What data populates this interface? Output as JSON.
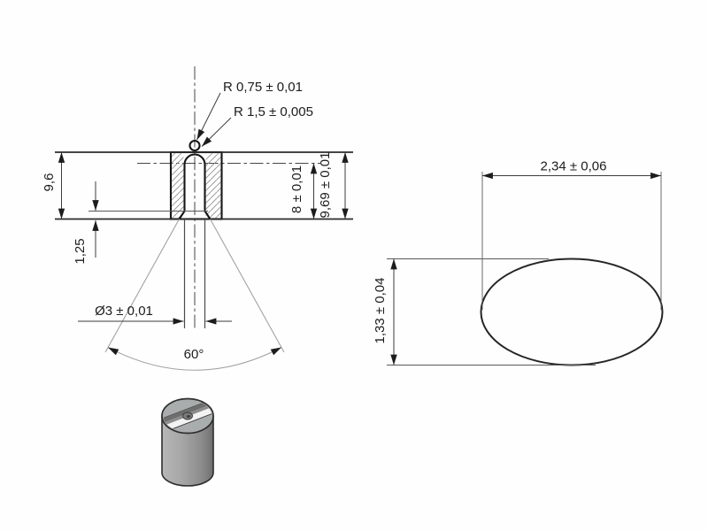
{
  "drawing": {
    "section_view": {
      "radius_tip_label": "R 0,75 ± 0,01",
      "radius_dome_label": "R 1,5 ± 0,005",
      "outer_height_label": "9,6",
      "bore_depth_label": "8 ± 0,01",
      "overall_height_label": "9,69 ± 0,01",
      "countersink_depth_label": "1,25",
      "bore_diameter_label": "Ø3 ± 0,01",
      "cone_angle_label": "60°"
    },
    "top_view": {
      "slot_length_label": "2,34 ± 0,06",
      "slot_width_label": "1,33 ± 0,04"
    },
    "colors": {
      "outline": "#1f1f1f",
      "dimension": "#3c3c3c",
      "construction": "#a2a2a2",
      "hatch": "#8f8f8f",
      "metal_light": "#bcbcbc",
      "metal_mid": "#9d9d9d",
      "metal_dark": "#6f6f6f"
    }
  }
}
